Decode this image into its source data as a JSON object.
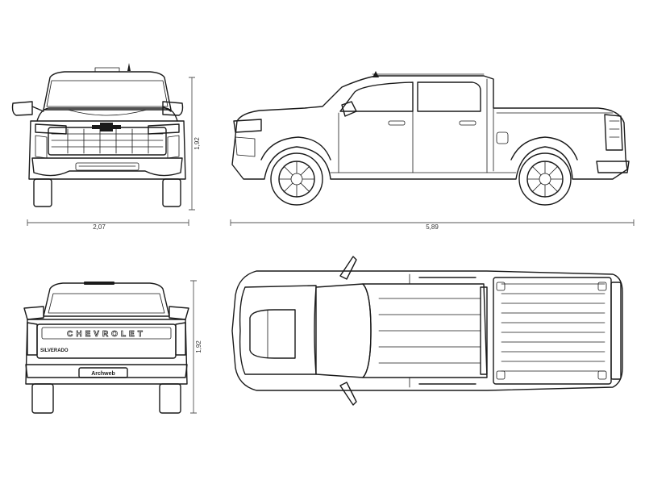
{
  "dimensions": {
    "front_width": "2,07",
    "side_length": "5,89",
    "front_height": "1,92",
    "rear_height": "1,92"
  },
  "badges": {
    "tailgate_brand": "CHEVROLET",
    "model": "SILVERADO",
    "plate": "Archweb"
  },
  "colors": {
    "line": "#1a1a1a",
    "dimension": "#555555",
    "background": "#ffffff"
  }
}
